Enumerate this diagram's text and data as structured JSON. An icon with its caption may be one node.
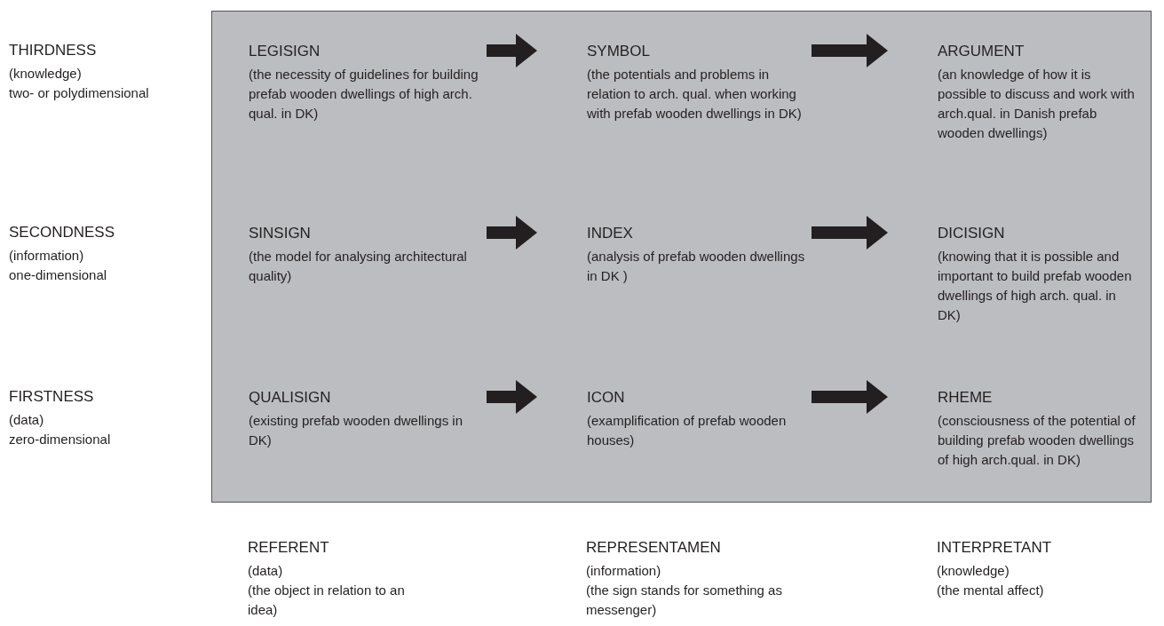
{
  "diagram": {
    "nodes": [
      {
        "text": [],
        "shape": "box"
      },
      {
        "text": [
          "LEGISIGN",
          "(the necessity of guidelines for building prefab wooden dwellings of high arch. qual. in DK)"
        ],
        "in": 0
      },
      {
        "text": [
          "SYMBOL",
          "(the potentials and problems in relation to arch. qual. when working with prefab wooden dwellings in DK)"
        ],
        "in": 0
      },
      {
        "text": [
          "ARGUMENT",
          "(an knowledge of how it is possible to discuss and work with arch.qual. in Danish prefab wooden dwellings)"
        ],
        "in": 0
      },
      {
        "text": [
          "SINSIGN",
          "(the model for analysing architectural quality)"
        ],
        "in": 0
      },
      {
        "text": [
          "INDEX",
          "(analysis of prefab wooden dwellings in DK )"
        ],
        "in": 0
      },
      {
        "text": [
          "DICISIGN",
          "(knowing that it is possible and important to build prefab wooden dwellings of high arch. qual. in DK)"
        ],
        "in": 0
      },
      {
        "text": [
          "QUALISIGN",
          "(existing prefab wooden dwellings in DK)"
        ],
        "in": 0
      },
      {
        "text": [
          "ICON",
          "(examplification of prefab wooden houses)"
        ],
        "in": 0
      },
      {
        "text": [
          "RHEME",
          "(consciousness of the potential of building prefab wooden dwellings of high arch.qual. in DK)"
        ],
        "in": 0
      }
    ],
    "edges": [
      {
        "from": 1,
        "to": 2,
        "arrow": "to"
      },
      {
        "from": 2,
        "to": 3,
        "arrow": "to"
      },
      {
        "from": 4,
        "to": 5,
        "arrow": "to"
      },
      {
        "from": 5,
        "to": 6,
        "arrow": "to"
      },
      {
        "from": 7,
        "to": 8,
        "arrow": "to"
      },
      {
        "from": 8,
        "to": 9,
        "arrow": "to"
      }
    ],
    "labels": [
      "THIRDNESS",
      "(knowledge)",
      "two- or polydimensional",
      "SECONDNESS",
      "(information)",
      "one-dimensional",
      "FIRSTNESS",
      "(data)",
      "zero-dimensional",
      "REFERENT",
      "(data)",
      "(the object in relation to an idea)",
      "REPRESENTAMEN",
      "(information)",
      "(the sign stands for something as messenger)",
      "INTERPRETANT",
      "(knowledge)",
      "(the mental affect)"
    ]
  }
}
